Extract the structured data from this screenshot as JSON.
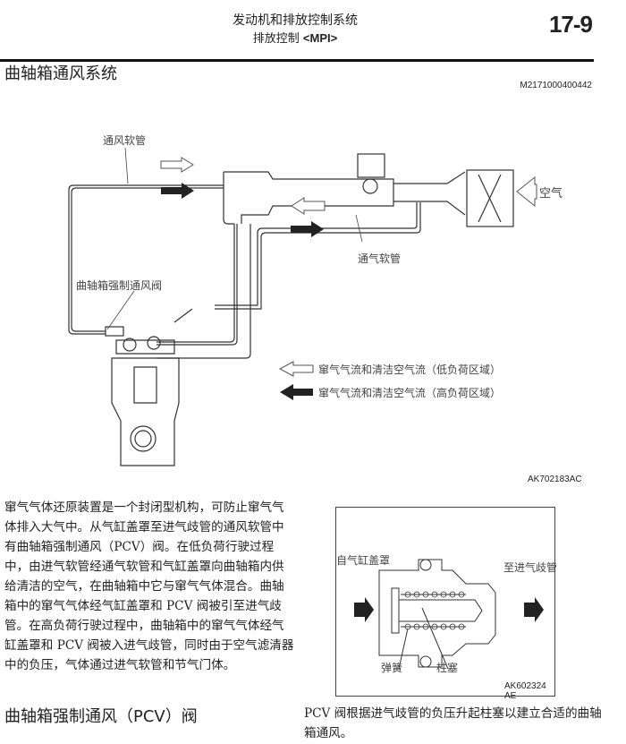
{
  "header": {
    "title": "发动机和排放控制系统",
    "subtitle_prefix": "排放控制 ",
    "subtitle_tag": "<MPI>",
    "page_number": "17-9"
  },
  "section": {
    "title": "曲轴箱通风系统",
    "figure_code": "M2171000400442"
  },
  "diagram": {
    "labels": {
      "ventilation_hose": "通风软管",
      "breather_hose": "通气软管",
      "pcv_valve": "曲轴箱强制通风阀",
      "air": "空气"
    },
    "legend": [
      {
        "style": "hollow",
        "text": "窜气气流和清洁空气流（低负荷区域）"
      },
      {
        "style": "filled",
        "text": "窜气气流和清洁空气流（高负荷区域）"
      }
    ],
    "figure_id": "AK702183AC"
  },
  "body": {
    "paragraph": "窜气气体还原装置是一个封闭型机构，可防止窜气气体排入大气中。从气缸盖罩至进气歧管的通风软管中有曲轴箱强制通风（PCV）阀。在低负荷行驶过程中，由进气软管经通气软管和气缸盖罩向曲轴箱内供给清洁的空气，在曲轴箱中它与窜气气体混合。曲轴箱中的窜气气体经气缸盖罩和 PCV 阀被引至进气歧管。在高负荷行驶过程中，曲轴箱中的窜气气体经气缸盖罩和 PCV 阀被入进气歧管，同时由于空气滤清器中的负压，气体通过进气软管和节气门体。"
  },
  "pcv_figure": {
    "from_label": "自气缸盖罩",
    "to_label": "至进气歧管",
    "spring_label": "弹簧",
    "plunger_label": "柱塞",
    "figure_id": "AK602324 AE"
  },
  "pcv_section": {
    "title": "曲轴箱强制通风（PCV）阀",
    "text": "PCV 阀根据进气歧管的负压升起柱塞以建立合适的曲轴箱通风。"
  }
}
